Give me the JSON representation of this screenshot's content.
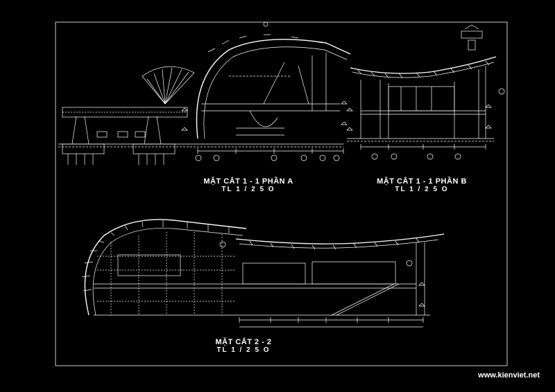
{
  "sections": {
    "section_1a": {
      "title": "MẶT CẮT 1 - 1 PHẦN A",
      "scale": "TL 1 / 2 5 O"
    },
    "section_1b": {
      "title": "MẶT CẮT 1 - 1 PHẦN B",
      "scale": "TL 1 / 2 5 O"
    },
    "section_2": {
      "title": "MẶT CẮT 2 - 2",
      "scale": "TL 1 / 2 5 O"
    }
  },
  "watermark": "www.kienviet.net",
  "colors": {
    "background": "#000000",
    "line": "#ffffff",
    "accent": "#c8c8c8"
  }
}
